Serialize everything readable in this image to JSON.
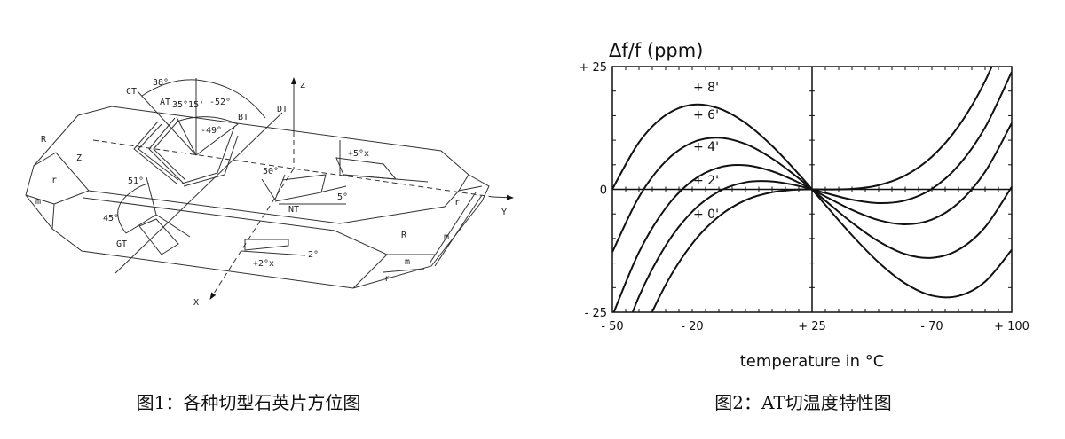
{
  "figure1": {
    "caption": "图1：各种切型石英片方位图",
    "labels": {
      "ct": "CT",
      "angle_38": "38°",
      "at": "AT",
      "angle_35_15": "35°15'",
      "angle_m52": "-52°",
      "bt": "BT",
      "dt": "DT",
      "angle_m49": "-49°",
      "axis_z": "Z",
      "axis_x": "X",
      "axis_y": "Y",
      "face_R_left": "R",
      "face_Z": "Z",
      "face_r_left": "r",
      "face_m_left": "m",
      "angle_51": "51°",
      "angle_45": "45°",
      "gt": "GT",
      "angle_50": "50°",
      "nt": "NT",
      "angle_5": "5°",
      "plus5x": "+5°x",
      "plus2x": "+2°x",
      "angle_2": "2°",
      "face_R_right": "R",
      "face_r_right_top": "r",
      "face_m_right": "m",
      "face_m_bottom": "m",
      "face_r_bottom": "r"
    }
  },
  "figure2": {
    "caption": "图2：AT切温度特性图"
  },
  "chart_data": {
    "type": "line",
    "title": "",
    "ylabel": "Δf/f (ppm)",
    "xlabel": "temperature in °C",
    "xlim": [
      -50,
      100
    ],
    "ylim": [
      -25,
      25
    ],
    "x_ticks": [
      -50,
      -20,
      25,
      70,
      100
    ],
    "x_tick_labels": [
      "- 50",
      "- 20",
      "+ 25",
      "- 70",
      "+ 100"
    ],
    "y_ticks": [
      25,
      0,
      -25
    ],
    "y_tick_labels": [
      "+ 25",
      "0",
      "- 25"
    ],
    "grid": false,
    "x": [
      -50,
      -40,
      -30,
      -20,
      -10,
      0,
      10,
      20,
      30,
      40,
      50,
      60,
      70,
      80,
      90,
      100
    ],
    "series": [
      {
        "name": "+ 8'",
        "values": [
          0.05,
          9.57,
          15.1,
          17.21,
          16.48,
          13.5,
          8.84,
          3.1,
          -3.16,
          -9.34,
          -14.86,
          -19.16,
          -21.63,
          -21.7,
          -18.79,
          -12.31
        ]
      },
      {
        "name": "+ 6'",
        "values": [
          -12.77,
          -1.54,
          5.7,
          9.52,
          10.5,
          9.23,
          6.28,
          2.25,
          -2.31,
          -6.78,
          -10.59,
          -13.18,
          -13.94,
          -12.3,
          -7.68,
          0.51
        ]
      },
      {
        "name": "+ 4'",
        "values": [
          -25.75,
          -12.79,
          -3.82,
          1.73,
          4.44,
          4.9,
          3.68,
          1.38,
          -1.44,
          -4.18,
          -6.26,
          -7.12,
          -6.15,
          -2.78,
          3.57,
          13.49
        ]
      },
      {
        "name": "+ 2'",
        "values": [
          -36.17,
          -21.82,
          -11.46,
          -4.52,
          -0.42,
          1.43,
          1.6,
          0.69,
          -0.75,
          -2.1,
          -2.79,
          -2.26,
          0.1,
          4.86,
          12.6,
          23.91
        ]
      },
      {
        "name": "+ 0'",
        "values": [
          -47.05,
          -31.25,
          -19.44,
          -11.05,
          -5.5,
          -2.2,
          -0.58,
          -0.04,
          -0.02,
          0.08,
          0.84,
          2.82,
          6.63,
          12.84,
          22.03,
          34.79
        ]
      }
    ]
  }
}
